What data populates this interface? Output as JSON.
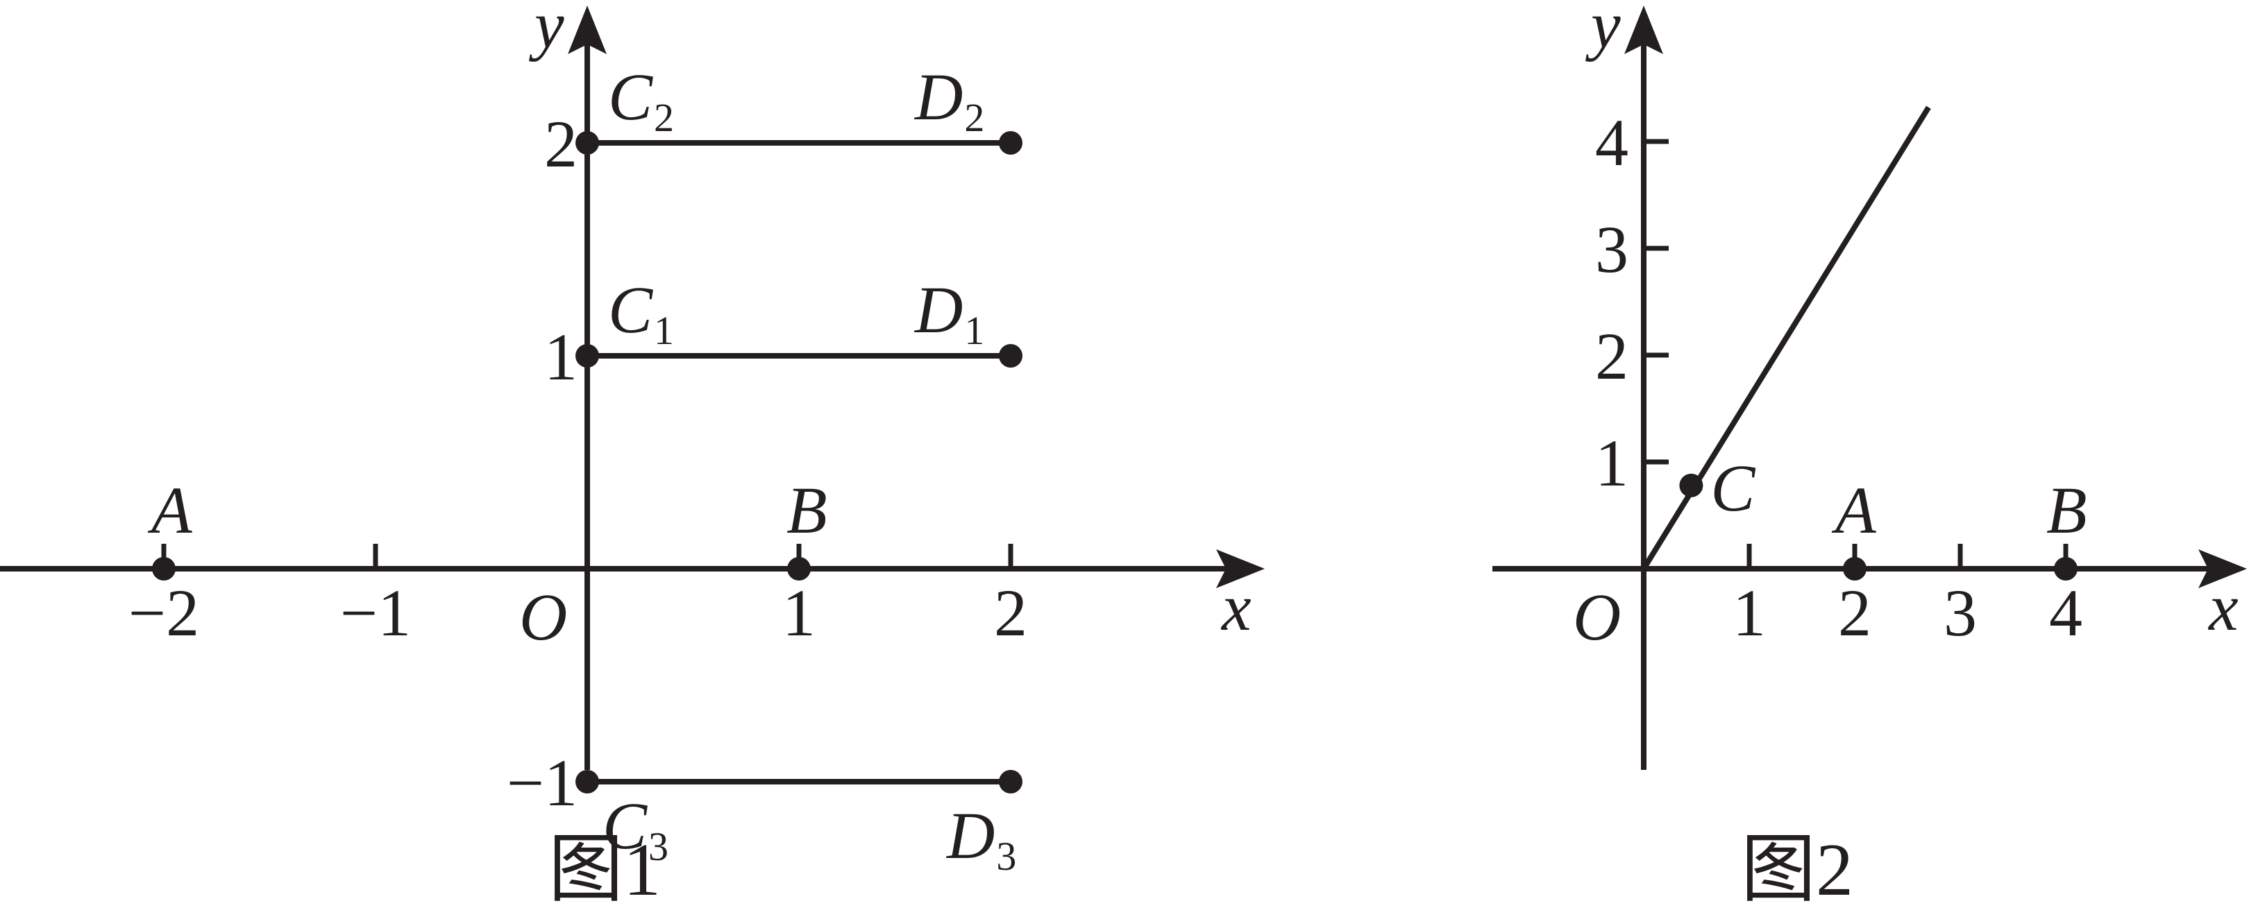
{
  "figure1": {
    "caption": "图1",
    "axis_x_label": "x",
    "axis_y_label": "y",
    "origin_label": "O",
    "x_ticks": [
      {
        "value": -2,
        "label": "−2"
      },
      {
        "value": -1,
        "label": "−1"
      },
      {
        "value": 1,
        "label": "1"
      },
      {
        "value": 2,
        "label": "2"
      }
    ],
    "y_ticks": [
      {
        "value": 2,
        "label": "2"
      },
      {
        "value": 1,
        "label": "1"
      },
      {
        "value": -1,
        "label": "−1"
      }
    ],
    "points": [
      {
        "name": "A",
        "x": -2,
        "y": 0
      },
      {
        "name": "B",
        "x": 1,
        "y": 0
      }
    ],
    "segments": [
      {
        "start": {
          "name": "C",
          "sub": "1",
          "x": 0,
          "y": 1
        },
        "end": {
          "name": "D",
          "sub": "1",
          "x": 2,
          "y": 1
        }
      },
      {
        "start": {
          "name": "C",
          "sub": "2",
          "x": 0,
          "y": 2
        },
        "end": {
          "name": "D",
          "sub": "2",
          "x": 2,
          "y": 2
        }
      },
      {
        "start": {
          "name": "C",
          "sub": "3",
          "x": 0,
          "y": -1
        },
        "end": {
          "name": "D",
          "sub": "3",
          "x": 2,
          "y": -1
        }
      }
    ]
  },
  "figure2": {
    "caption": "图2",
    "axis_x_label": "x",
    "axis_y_label": "y",
    "origin_label": "O",
    "x_ticks": [
      {
        "value": 1,
        "label": "1"
      },
      {
        "value": 2,
        "label": "2"
      },
      {
        "value": 3,
        "label": "3"
      },
      {
        "value": 4,
        "label": "4"
      }
    ],
    "y_ticks": [
      {
        "value": 1,
        "label": "1"
      },
      {
        "value": 2,
        "label": "2"
      },
      {
        "value": 3,
        "label": "3"
      },
      {
        "value": 4,
        "label": "4"
      }
    ],
    "ray": {
      "from": {
        "x": 0,
        "y": 0
      },
      "slope": 1.6
    },
    "points": [
      {
        "name": "C",
        "x": 0.45,
        "y": 0.78
      },
      {
        "name": "A",
        "x": 2,
        "y": 0
      },
      {
        "name": "B",
        "x": 4,
        "y": 0
      }
    ]
  }
}
